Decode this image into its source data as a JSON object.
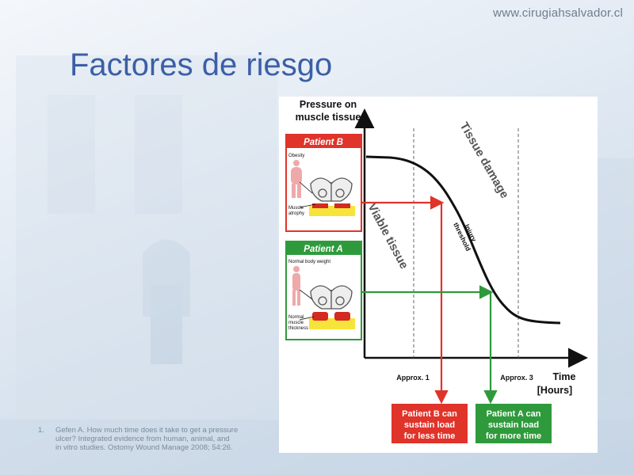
{
  "header": {
    "site_url": "www.cirugiahsalvador.cl"
  },
  "slide": {
    "title": "Factores de riesgo"
  },
  "footnote": {
    "number": "1.",
    "lines": [
      "Gefen A. How much time does it take to get a pressure",
      "ulcer? Integrated evidence from human, animal, and",
      "in vitro studies. Ostomy Wound Manage 2008; 54:26."
    ]
  },
  "figure": {
    "y_axis_label": [
      "Pressure on",
      "muscle tissue"
    ],
    "x_axis_label": [
      "Time",
      "[Hours]"
    ],
    "tick_approx1": "Approx. 1",
    "tick_approx3": "Approx. 3",
    "region_viable": "Viable tissue",
    "region_damage": "Tissue damage",
    "threshold_label": [
      "Injury",
      "threshold"
    ],
    "patient_b": {
      "title": "Patient B",
      "label_top": "Obesity",
      "label_bottom": [
        "Muscle",
        "atrophy"
      ],
      "result": [
        "Patient B can",
        "sustain load",
        "for less time"
      ],
      "color": "#e0332a"
    },
    "patient_a": {
      "title": "Patient A",
      "label_top": "Normal body weight",
      "label_bottom": [
        "Normal",
        "muscle",
        "thickness"
      ],
      "result": [
        "Patient A can",
        "sustain load",
        "for more time"
      ],
      "color": "#2f9a3c"
    }
  }
}
